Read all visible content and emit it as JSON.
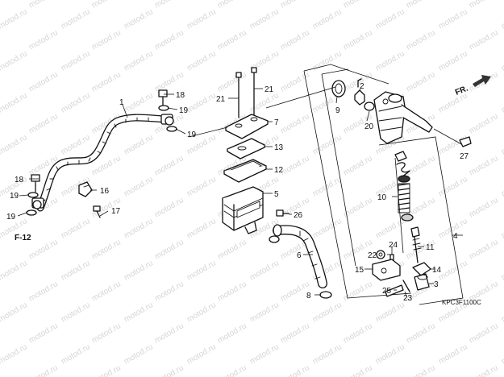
{
  "watermark": "motod.ru",
  "direction_label": "FR.",
  "reference_code": "F-12",
  "diagram_code": "KPC3F1100C",
  "callouts": {
    "c1": "1",
    "c2": "2",
    "c3": "3",
    "c4": "4",
    "c5": "5",
    "c6": "6",
    "c7": "7",
    "c8": "8",
    "c9": "9",
    "c10": "10",
    "c11": "11",
    "c12": "12",
    "c13": "13",
    "c14": "14",
    "c15": "15",
    "c16": "16",
    "c17": "17",
    "c18a": "18",
    "c18b": "18",
    "c19a": "19",
    "c19b": "19",
    "c19c": "19",
    "c19d": "19",
    "c20": "20",
    "c21a": "21",
    "c21b": "21",
    "c22": "22",
    "c23": "23",
    "c24": "24",
    "c25": "25",
    "c26": "26",
    "c27": "27"
  }
}
